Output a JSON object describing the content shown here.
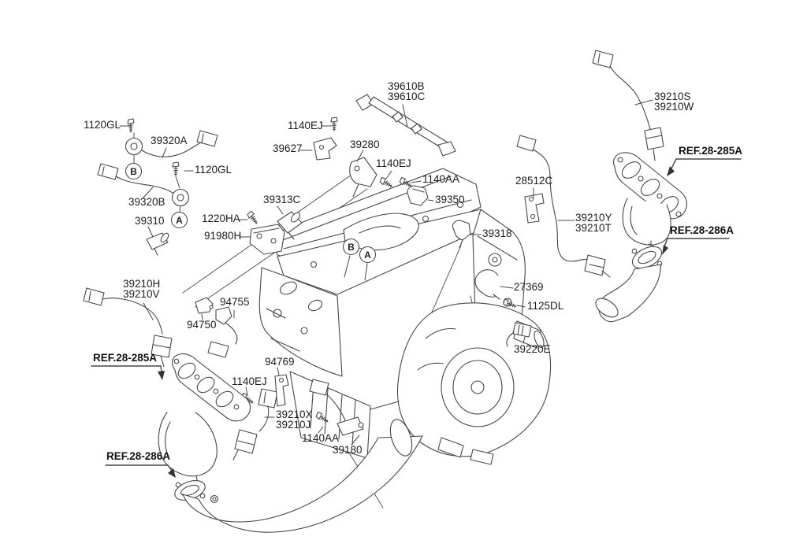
{
  "diagram": {
    "kind": "engine-electronic-control-parts-diagram",
    "background_color": "#ffffff",
    "line_color": "#474747",
    "text_color": "#1c1c1c"
  },
  "labels": {
    "l1120gl_a": {
      "l1": "1120GL"
    },
    "l39320a": {
      "l1": "39320A"
    },
    "l1120gl_b": {
      "l1": "1120GL"
    },
    "l39320b": {
      "l1": "39320B"
    },
    "l39310": {
      "l1": "39310"
    },
    "l1220ha": {
      "l1": "1220HA"
    },
    "l91980h": {
      "l1": "91980H"
    },
    "l39313c": {
      "l1": "39313C"
    },
    "l39627": {
      "l1": "39627"
    },
    "l1140ej_a": {
      "l1": "1140EJ"
    },
    "l39610": {
      "l1": "39610B",
      "l2": "39610C"
    },
    "l39280": {
      "l1": "39280"
    },
    "l1140ej_b": {
      "l1": "1140EJ"
    },
    "l1140aa_a": {
      "l1": "1140AA"
    },
    "l39350": {
      "l1": "39350"
    },
    "l39210sw": {
      "l1": "39210S",
      "l2": "39210W"
    },
    "lref285a_r": {
      "l1": "REF.28-285A"
    },
    "l39210yt": {
      "l1": "39210Y",
      "l2": "39210T"
    },
    "lref286a_r": {
      "l1": "REF.28-286A"
    },
    "l28512c": {
      "l1": "28512C"
    },
    "l39318": {
      "l1": "39318"
    },
    "l27369": {
      "l1": "27369"
    },
    "l1125dl": {
      "l1": "1125DL"
    },
    "l39220e": {
      "l1": "39220E"
    },
    "l39210hv": {
      "l1": "39210H",
      "l2": "39210V"
    },
    "l94755": {
      "l1": "94755"
    },
    "l94750": {
      "l1": "94750"
    },
    "lref285a_l": {
      "l1": "REF.28-285A"
    },
    "l94769": {
      "l1": "94769"
    },
    "l1140ej_c": {
      "l1": "1140EJ"
    },
    "l39210xj": {
      "l1": "39210X",
      "l2": "39210J"
    },
    "l1140aa_b": {
      "l1": "1140AA"
    },
    "l39180": {
      "l1": "39180"
    },
    "lref286a_l": {
      "l1": "REF.28-286A"
    }
  },
  "callouts": {
    "bank_b_part": "B",
    "bank_a_part": "A",
    "bank_b_engine": "B",
    "bank_a_engine": "A"
  }
}
